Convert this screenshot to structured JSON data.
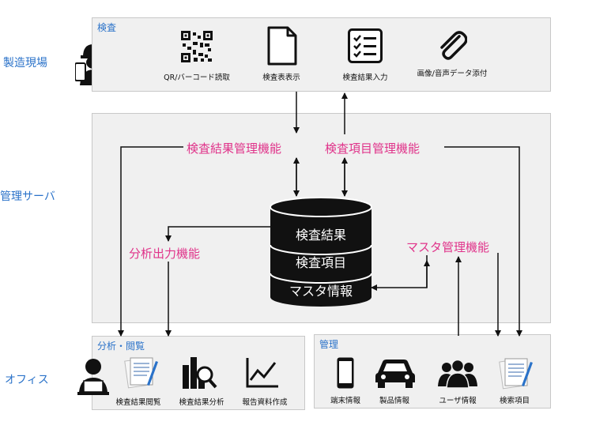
{
  "side_labels": {
    "field": "製造現場",
    "server": "管理サーバ",
    "office": "オフィス"
  },
  "field_panel": {
    "title": "検査",
    "items": [
      "QR/バーコード読取",
      "検査表表示",
      "検査結果入力",
      "画像/音声データ添付"
    ]
  },
  "server_panel": {
    "functions": {
      "result_mgmt": "検査結果管理機能",
      "item_mgmt": "検査項目管理機能",
      "analysis_output": "分析出力機能",
      "master_mgmt": "マスタ管理機能"
    },
    "database": [
      "検査結果",
      "検査項目",
      "マスタ情報"
    ]
  },
  "analysis_panel": {
    "title": "分析・閲覧",
    "items": [
      "検査結果閲覧",
      "検査結果分析",
      "報告資料作成"
    ]
  },
  "admin_panel": {
    "title": "管理",
    "items": [
      "端末情報",
      "製品情報",
      "ユーザ情報",
      "検索項目"
    ]
  },
  "colors": {
    "accent_blue": "#2a72c9",
    "function_pink": "#e0338a",
    "panel_bg": "#f0f0f0"
  }
}
